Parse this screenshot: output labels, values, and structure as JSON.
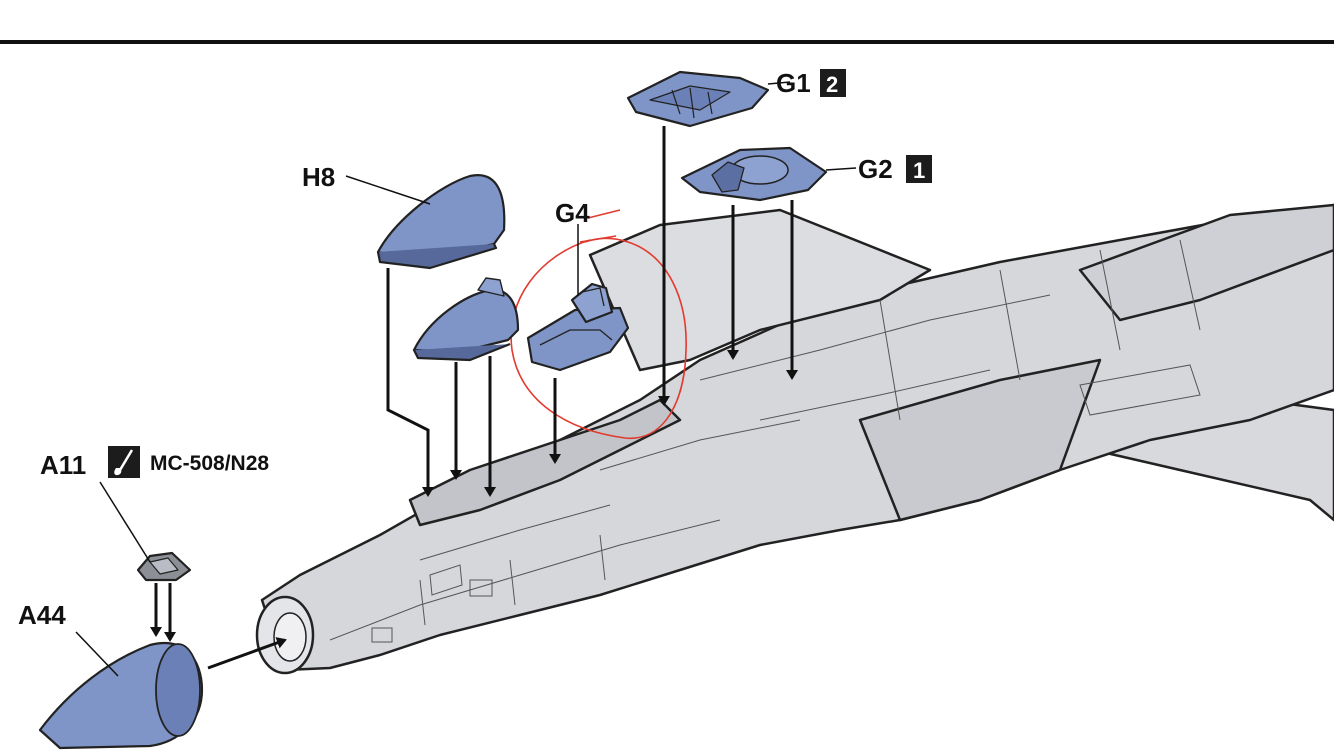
{
  "labels": {
    "g1": "G1",
    "g1_step": "2",
    "g2": "G2",
    "g2_step": "1",
    "g4": "G4",
    "h8": "H8",
    "a11": "A11",
    "a11_paint": "MC-508/N28",
    "a44": "A44"
  },
  "colors": {
    "part_blue": "#7f95c8",
    "part_blue_dark": "#56699a",
    "airframe_gray": "#d6d7db",
    "airframe_dark": "#b2b4ba",
    "annotation_red": "#e23a2e",
    "ink": "#111111"
  },
  "icons": {
    "paint": "paintbrush-icon"
  }
}
